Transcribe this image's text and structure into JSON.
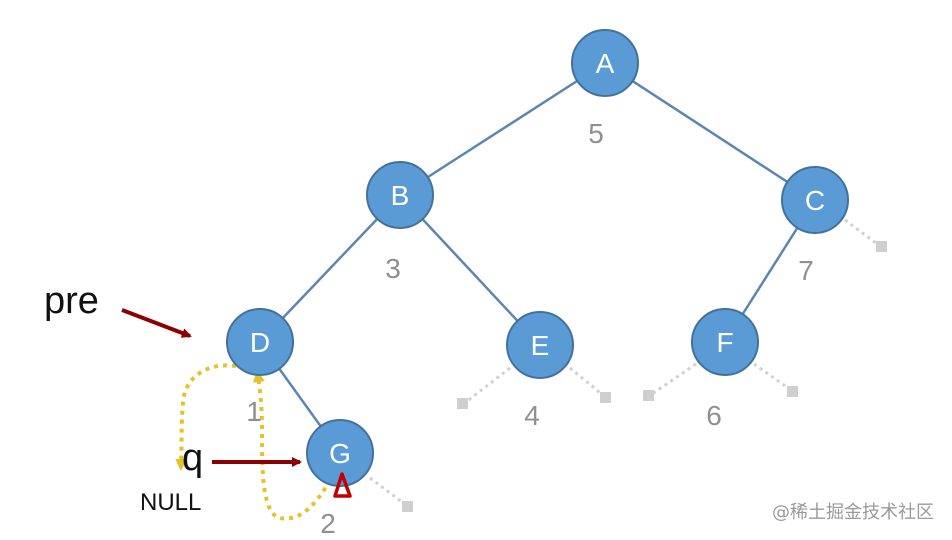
{
  "tree": {
    "nodes": [
      {
        "id": "A",
        "label": "A",
        "order": "5"
      },
      {
        "id": "B",
        "label": "B",
        "order": "3"
      },
      {
        "id": "C",
        "label": "C",
        "order": "7"
      },
      {
        "id": "D",
        "label": "D",
        "order": "1"
      },
      {
        "id": "E",
        "label": "E",
        "order": "4"
      },
      {
        "id": "F",
        "label": "F",
        "order": "6"
      },
      {
        "id": "G",
        "label": "G",
        "order": "2"
      }
    ],
    "edges": [
      [
        "A",
        "B"
      ],
      [
        "A",
        "C"
      ],
      [
        "B",
        "D"
      ],
      [
        "B",
        "E"
      ],
      [
        "C",
        "F"
      ],
      [
        "D",
        "G"
      ]
    ]
  },
  "pointers": {
    "pre": "pre",
    "q": "q",
    "null_text": "NULL"
  },
  "watermark": "@稀土掘金技术社区",
  "colors": {
    "node_fill": "#5b9bd5",
    "node_stroke": "#41719c",
    "edge": "#5a86b2",
    "order_text": "#909090",
    "pointer_arrow": "#8b0000",
    "thread_dotted": "#e6c229",
    "marker_red": "#c00000",
    "null_link": "#cfcfcf"
  }
}
